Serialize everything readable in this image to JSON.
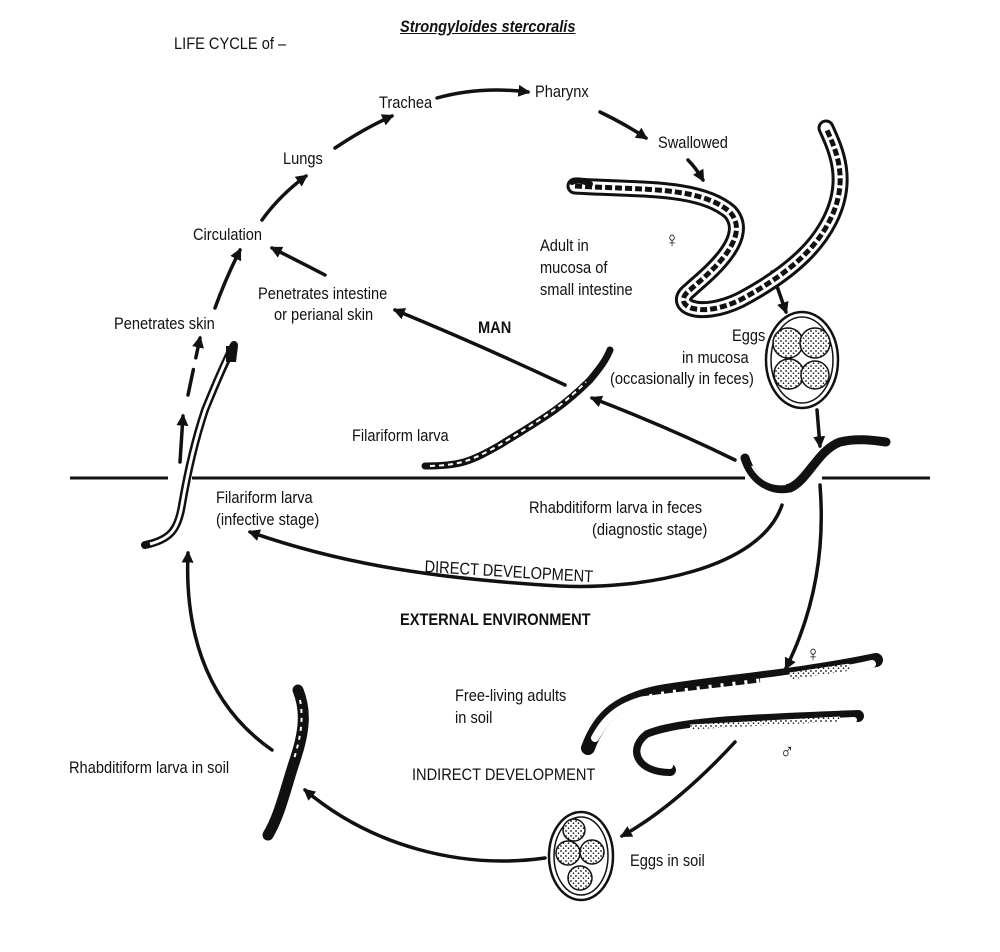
{
  "title": {
    "prefix": "LIFE CYCLE of –",
    "species": "Strongyloides stercoralis"
  },
  "labels": {
    "trachea": "Trachea",
    "pharynx": "Pharynx",
    "swallowed": "Swallowed",
    "lungs": "Lungs",
    "circulation": "Circulation",
    "adult_line1": "Adult in",
    "adult_line2": "mucosa of",
    "adult_line3": "small intestine",
    "penetrates_intestine_line1": "Penetrates intestine",
    "penetrates_intestine_line2": "or perianal skin",
    "man": "MAN",
    "penetrates_skin": "Penetrates skin",
    "eggs_mucosa_line1": "Eggs",
    "eggs_mucosa_line2": "in mucosa",
    "eggs_mucosa_line3": "(occasionally in feces)",
    "filariform_larva": "Filariform larva",
    "filariform_infective_line1": "Filariform larva",
    "filariform_infective_line2": "(infective stage)",
    "rhabditiform_feces_line1": "Rhabditiform larva in feces",
    "rhabditiform_feces_line2": "(diagnostic stage)",
    "direct_development": "DIRECT DEVELOPMENT",
    "external_environment": "EXTERNAL ENVIRONMENT",
    "free_living_line1": "Free-living adults",
    "free_living_line2": "in soil",
    "rhabditiform_soil": "Rhabditiform larva in soil",
    "indirect_development": "INDIRECT DEVELOPMENT",
    "eggs_soil": "Eggs in soil",
    "female_symbol": "♀",
    "male_symbol": "♂"
  }
}
